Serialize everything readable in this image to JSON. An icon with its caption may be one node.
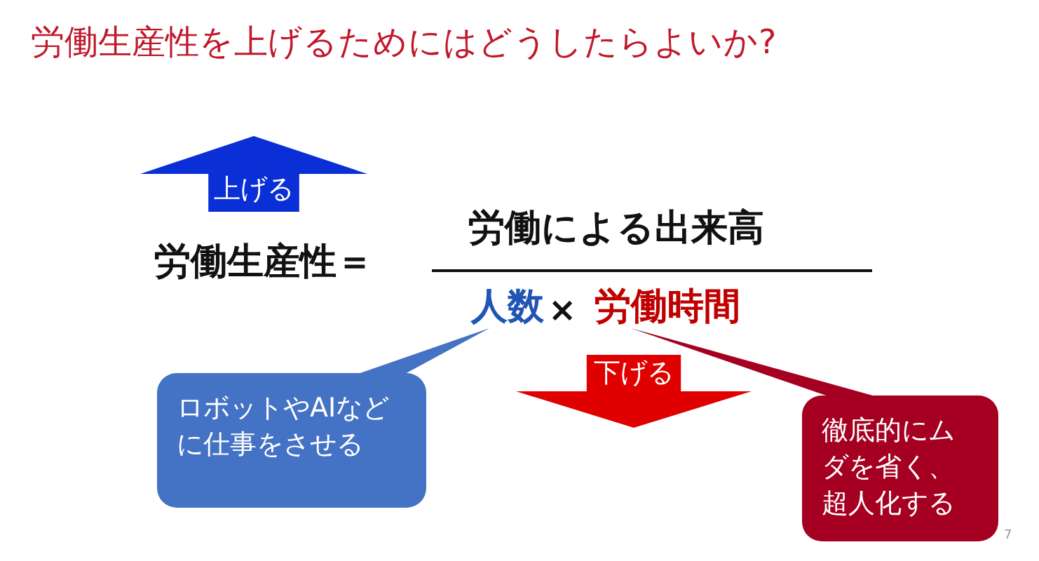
{
  "diagram": {
    "title": "労働生産性を上げるためにはどうしたらよいか?",
    "nodes": [
      {
        "text": [
          "上げる"
        ]
      },
      {
        "text": [
          "人数"
        ]
      },
      {
        "text": [
          "労働時間"
        ]
      },
      {
        "text": [
          "下げる"
        ]
      },
      {
        "text": [
          "ロボットやAIなどに仕事をさせる"
        ]
      },
      {
        "text": [
          "徹底的にムダを省く、超人化する"
        ]
      }
    ],
    "edges": [
      {
        "from": 4,
        "to": 1,
        "arrow": "none"
      },
      {
        "from": 5,
        "to": 2,
        "arrow": "none"
      }
    ],
    "labels": [
      "労働生産性＝",
      "労働による出来高",
      "×",
      "7"
    ]
  }
}
